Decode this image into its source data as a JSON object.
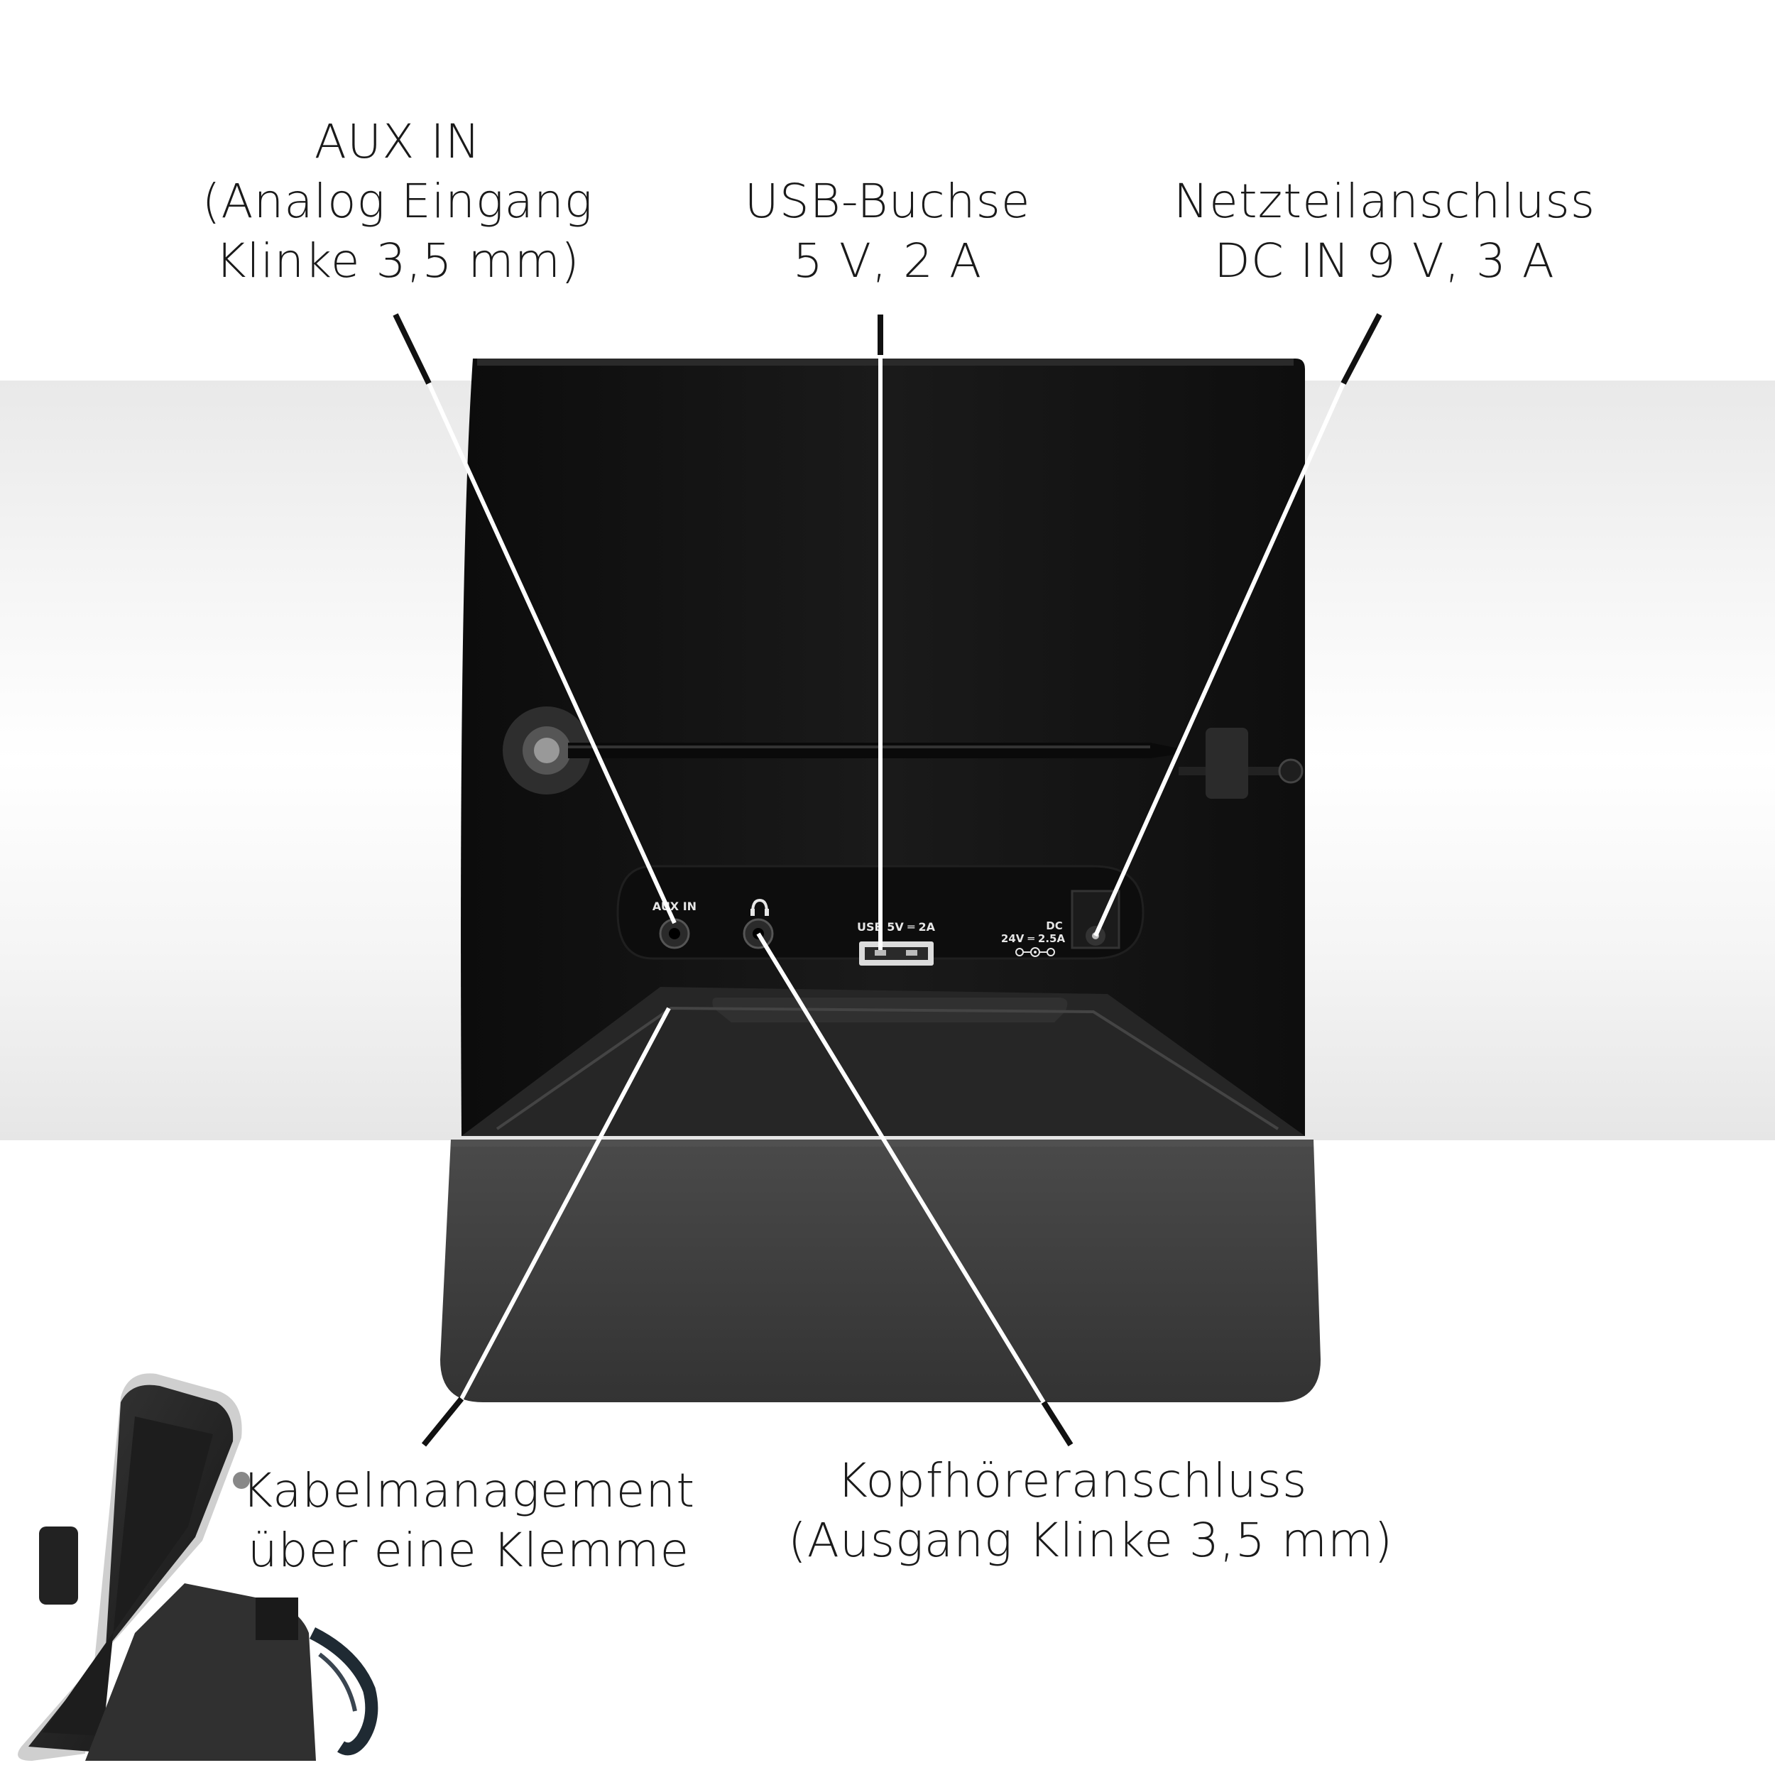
{
  "callouts": {
    "aux": {
      "line1": "AUX IN",
      "line2": "(Analog Eingang",
      "line3": "Klinke 3,5 mm)"
    },
    "usb": {
      "line1": "USB-Buchse",
      "line2": "5 V, 2 A"
    },
    "dc": {
      "line1": "Netzteilanschluss",
      "line2": "DC IN 9 V, 3 A"
    },
    "cable": {
      "line1": "Kabelmanagement",
      "line2": "über eine Klemme"
    },
    "headphone": {
      "line1": "Kopfhöreranschluss",
      "line2": "(Ausgang Klinke 3,5 mm)"
    }
  },
  "port_panel": {
    "aux_label": "AUX IN",
    "usb_label": "USB 5V ═ 2A",
    "dc_label": "DC",
    "dc_rating": "24V ═ 2.5A"
  },
  "colors": {
    "device_body": "#151515",
    "base": "#3e3e3e",
    "callout_line_dark": "#111111",
    "callout_line_light": "#ffffff",
    "text": "#1a1a1a"
  },
  "icons": [
    "headphone-icon",
    "usb-port-icon",
    "dc-polarity-icon",
    "antenna-icon"
  ]
}
